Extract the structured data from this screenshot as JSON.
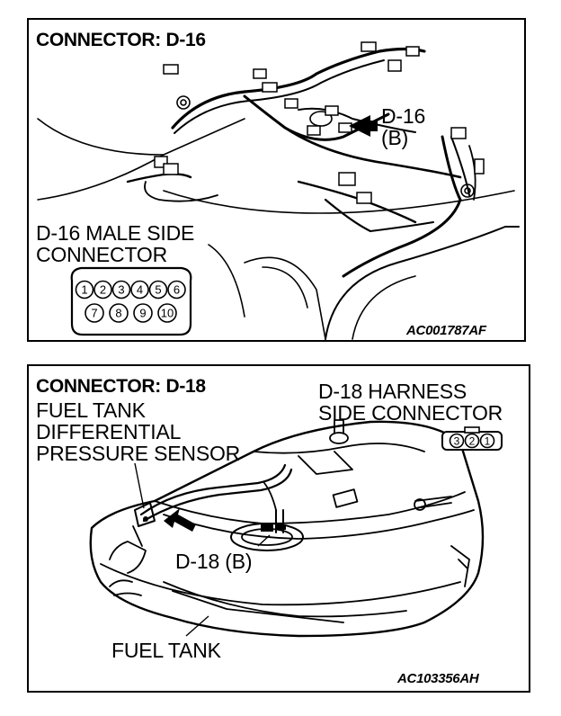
{
  "panel_top": {
    "title": "CONNECTOR: D-16",
    "pointer_label_line1": "D-16",
    "pointer_label_line2": "(B)",
    "connector_caption_line1": "D-16 MALE SIDE",
    "connector_caption_line2": "CONNECTOR",
    "pins_row1": [
      "1",
      "2",
      "3",
      "4",
      "5",
      "6"
    ],
    "pins_row2": [
      "7",
      "8",
      "9",
      "10"
    ],
    "figure_code": "AC001787AF"
  },
  "panel_bottom": {
    "title": "CONNECTOR: D-18",
    "sensor_line1": "FUEL TANK",
    "sensor_line2": "DIFFERENTIAL",
    "sensor_line3": "PRESSURE SENSOR",
    "harness_line1": "D-18 HARNESS",
    "harness_line2": "SIDE CONNECTOR",
    "pins": [
      "3",
      "2",
      "1"
    ],
    "pointer_label": "D-18 (B)",
    "tank_label": "FUEL TANK",
    "figure_code": "AC103356AH"
  }
}
